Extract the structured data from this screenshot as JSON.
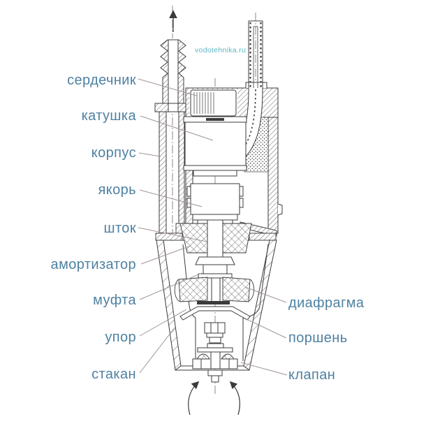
{
  "watermark": {
    "text": "vodotehnika.ru"
  },
  "colors": {
    "label_text": "#4e81a1",
    "watermark_text": "#5bb7c6",
    "drawing_line": "#3b3b3b",
    "leader_line": "#a39494",
    "background": "#ffffff"
  },
  "diagram": {
    "type": "technical-cross-section",
    "labels": [
      {
        "text": "сердечник",
        "side": "left"
      },
      {
        "text": "катушка",
        "side": "left"
      },
      {
        "text": "корпус",
        "side": "left"
      },
      {
        "text": "якорь",
        "side": "left"
      },
      {
        "text": "шток",
        "side": "left"
      },
      {
        "text": "амортизатор",
        "side": "left"
      },
      {
        "text": "муфта",
        "side": "left"
      },
      {
        "text": "упор",
        "side": "left"
      },
      {
        "text": "стакан",
        "side": "left"
      },
      {
        "text": "диафрагма",
        "side": "right"
      },
      {
        "text": "поршень",
        "side": "right"
      },
      {
        "text": "клапан",
        "side": "right"
      }
    ]
  }
}
